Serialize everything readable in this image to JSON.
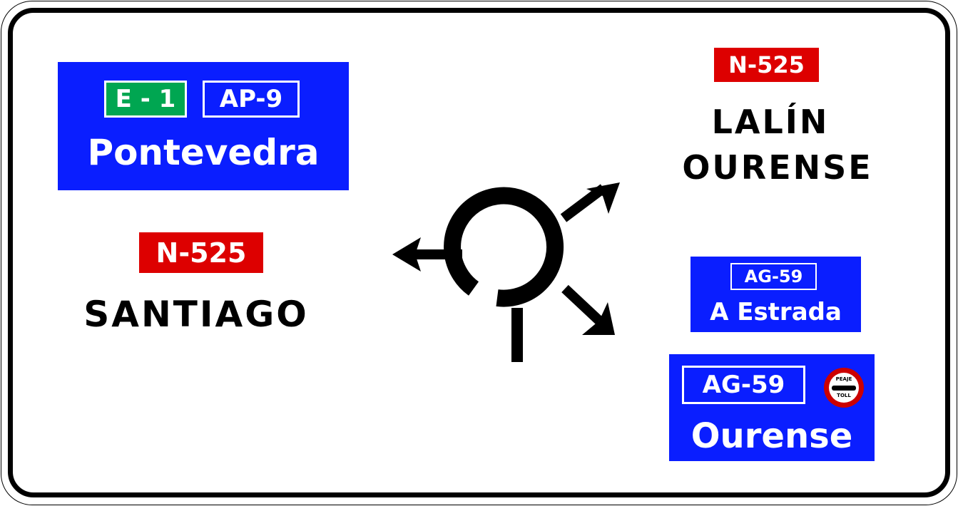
{
  "colors": {
    "panel_blue": "#0a1eff",
    "road_red": "#dd0000",
    "euro_green": "#00a651",
    "border": "#000000",
    "background": "#ffffff"
  },
  "west": {
    "panel": {
      "euro_route": "E - 1",
      "motorway": "AP-9",
      "destination": "Pontevedra"
    },
    "route": "N-525",
    "destination": "SANTIAGO"
  },
  "northeast": {
    "route": "N-525",
    "destinations": [
      "LALÍN",
      "OURENSE"
    ]
  },
  "southeast": {
    "upper_panel": {
      "route": "AG-59",
      "destination": "A Estrada"
    },
    "lower_panel": {
      "route": "AG-59",
      "destination": "Ourense",
      "toll_sign": {
        "label_top": "PEAJE",
        "label_bottom": "TOLL",
        "icon": "toll-icon"
      }
    }
  },
  "diagram": {
    "icon": "roundabout-icon",
    "exits": [
      "west",
      "northeast",
      "southeast"
    ]
  }
}
